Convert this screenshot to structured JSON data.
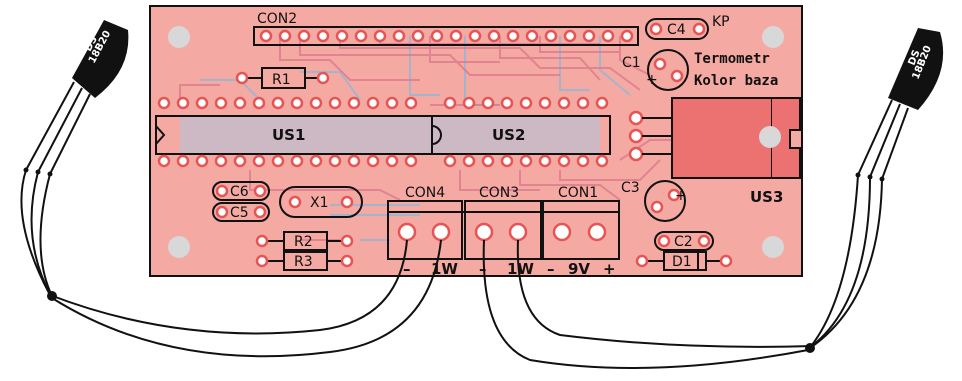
{
  "board": {
    "labels": {
      "con2": "CON2",
      "c4": "C4",
      "kp": "KP",
      "c1": "C1",
      "termometr": "Termometr",
      "kolor_baza": "Kolor baza",
      "r1": "R1",
      "us1": "US1",
      "us2": "US2",
      "c6": "C6",
      "c5": "C5",
      "x1": "X1",
      "con4": "CON4",
      "con3": "CON3",
      "con1": "CON1",
      "c3": "C3",
      "us3": "US3",
      "r2": "R2",
      "r3": "R3",
      "c2": "C2",
      "d1": "D1"
    },
    "terminals": {
      "con4_minus": "–",
      "con4_1w": "1W",
      "con3_minus": "–",
      "con3_1w": "1W",
      "con1_minus": "–",
      "con1_9v": "9V",
      "con1_plus": "+"
    },
    "polarity": {
      "c1_plus": "+",
      "c3_plus": "+"
    }
  },
  "sensors": {
    "left": {
      "line1": "DS",
      "line2": "18B20"
    },
    "right": {
      "line1": "DS",
      "line2": "18B20"
    }
  },
  "colors": {
    "board": "#f4a9a3",
    "pad_ring": "#e65454",
    "top_trace": "#d9748a",
    "bottom_trace": "#8fb8d8",
    "us3_body": "#ec7272",
    "sensor_body": "#111111"
  }
}
